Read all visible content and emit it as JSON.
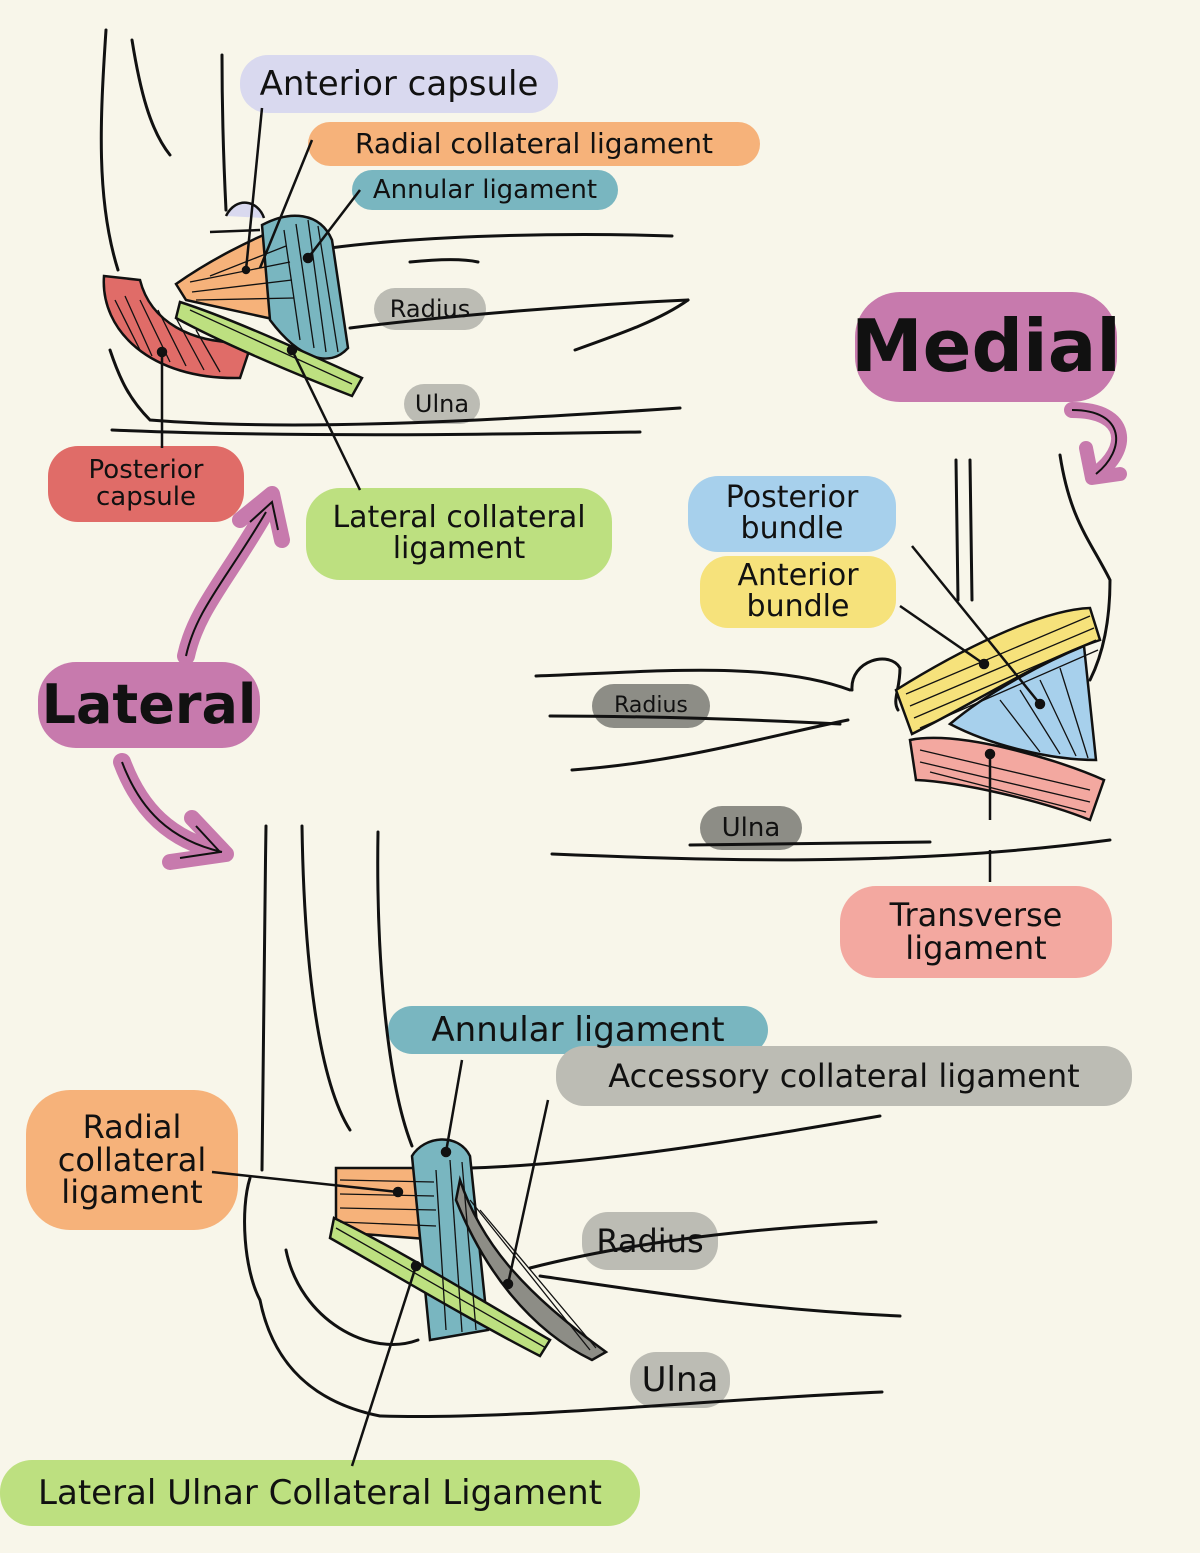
{
  "colors": {
    "background": "#f8f6ea",
    "lavender": "#d9d9ef",
    "orange": "#f6b27a",
    "teal": "#79b6c0",
    "gray": "#bcbcb4",
    "dark_gray": "#8d8d86",
    "red": "#e06c68",
    "green": "#bde080",
    "pink": "#c77aad",
    "light_blue": "#a7d0ec",
    "yellow": "#f6e27b",
    "salmon": "#f3a8a0"
  },
  "labels": {
    "anterior_capsule": "Anterior capsule",
    "radial_collateral_ligament_top": "Radial collateral ligament",
    "annular_ligament_top": "Annular ligament",
    "radius_top": "Radius",
    "ulna_top": "Ulna",
    "posterior_capsule_line1": "Posterior",
    "posterior_capsule_line2": "capsule",
    "lateral_collateral_line1": "Lateral collateral",
    "lateral_collateral_line2": "ligament",
    "lateral": "Lateral",
    "medial": "Medial",
    "posterior_bundle_line1": "Posterior",
    "posterior_bundle_line2": "bundle",
    "anterior_bundle_line1": "Anterior",
    "anterior_bundle_line2": "bundle",
    "radius_medial": "Radius",
    "ulna_medial": "Ulna",
    "transverse_line1": "Transverse",
    "transverse_line2": "ligament",
    "annular_ligament_bottom": "Annular ligament",
    "accessory_collateral": "Accessory collateral ligament",
    "radial_collateral_bottom_line1": "Radial",
    "radial_collateral_bottom_line2": "collateral",
    "radial_collateral_bottom_line3": "ligament",
    "radius_bottom": "Radius",
    "ulna_bottom": "Ulna",
    "lateral_ulnar_collateral": "Lateral Ulnar Collateral Ligament"
  }
}
